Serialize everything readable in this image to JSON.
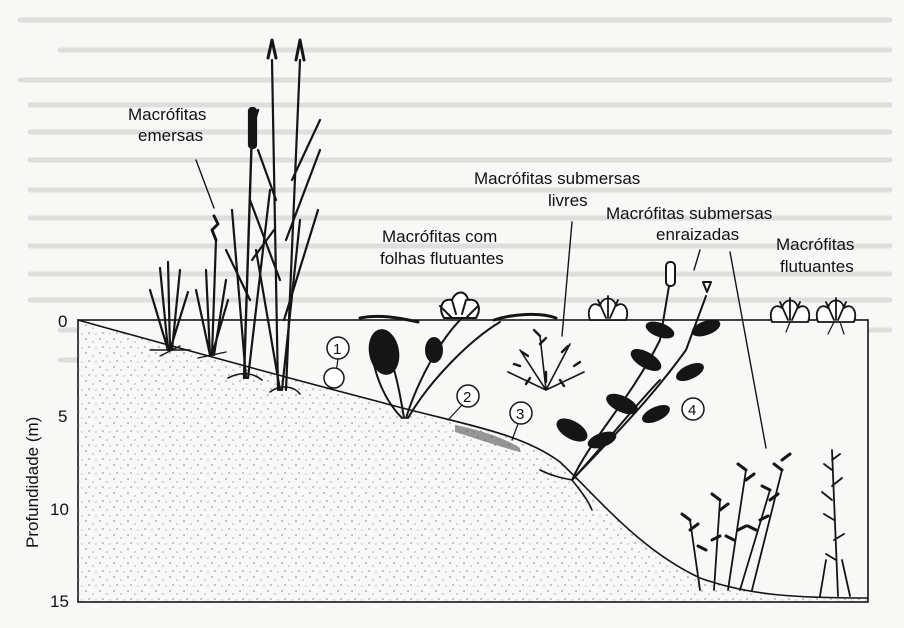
{
  "labels": {
    "emersas_line1": "Macrófitas",
    "emersas_line2": "emersas",
    "flutuantes_folhas_line1": "Macrófitas com",
    "flutuantes_folhas_line2": "folhas flutuantes",
    "submersas_livres_line1": "Macrófitas submersas",
    "submersas_livres_line2": "livres",
    "submersas_enraizadas_line1": "Macrófitas submersas",
    "submersas_enraizadas_line2": "enraizadas",
    "flutuantes_line1": "Macrófitas",
    "flutuantes_line2": "flutuantes"
  },
  "axis": {
    "title": "Profundidade (m)",
    "ticks": [
      "0",
      "5",
      "10",
      "15"
    ]
  },
  "zones": [
    "1",
    "2",
    "3",
    "4"
  ],
  "colors": {
    "ink": "#151515",
    "background": "#f8f8f7",
    "sediment_dots": "#9a9a9a"
  }
}
